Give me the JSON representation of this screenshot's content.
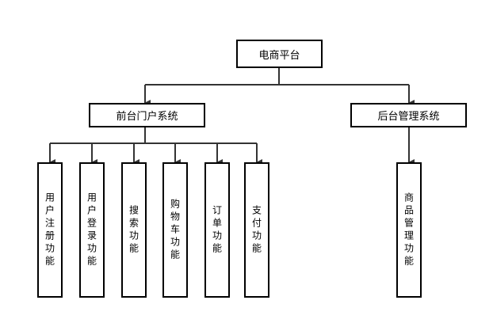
{
  "root": "电商平台",
  "front": {
    "label": "前台门户系统",
    "children": [
      "用户注册功能",
      "用户登录功能",
      "搜索功能",
      "购物车功能",
      "订单功能",
      "支付功能"
    ]
  },
  "back": {
    "label": "后台管理系统",
    "children": [
      "商品管理功能"
    ]
  },
  "colors": {
    "line": "#333333",
    "border": "#000000"
  }
}
